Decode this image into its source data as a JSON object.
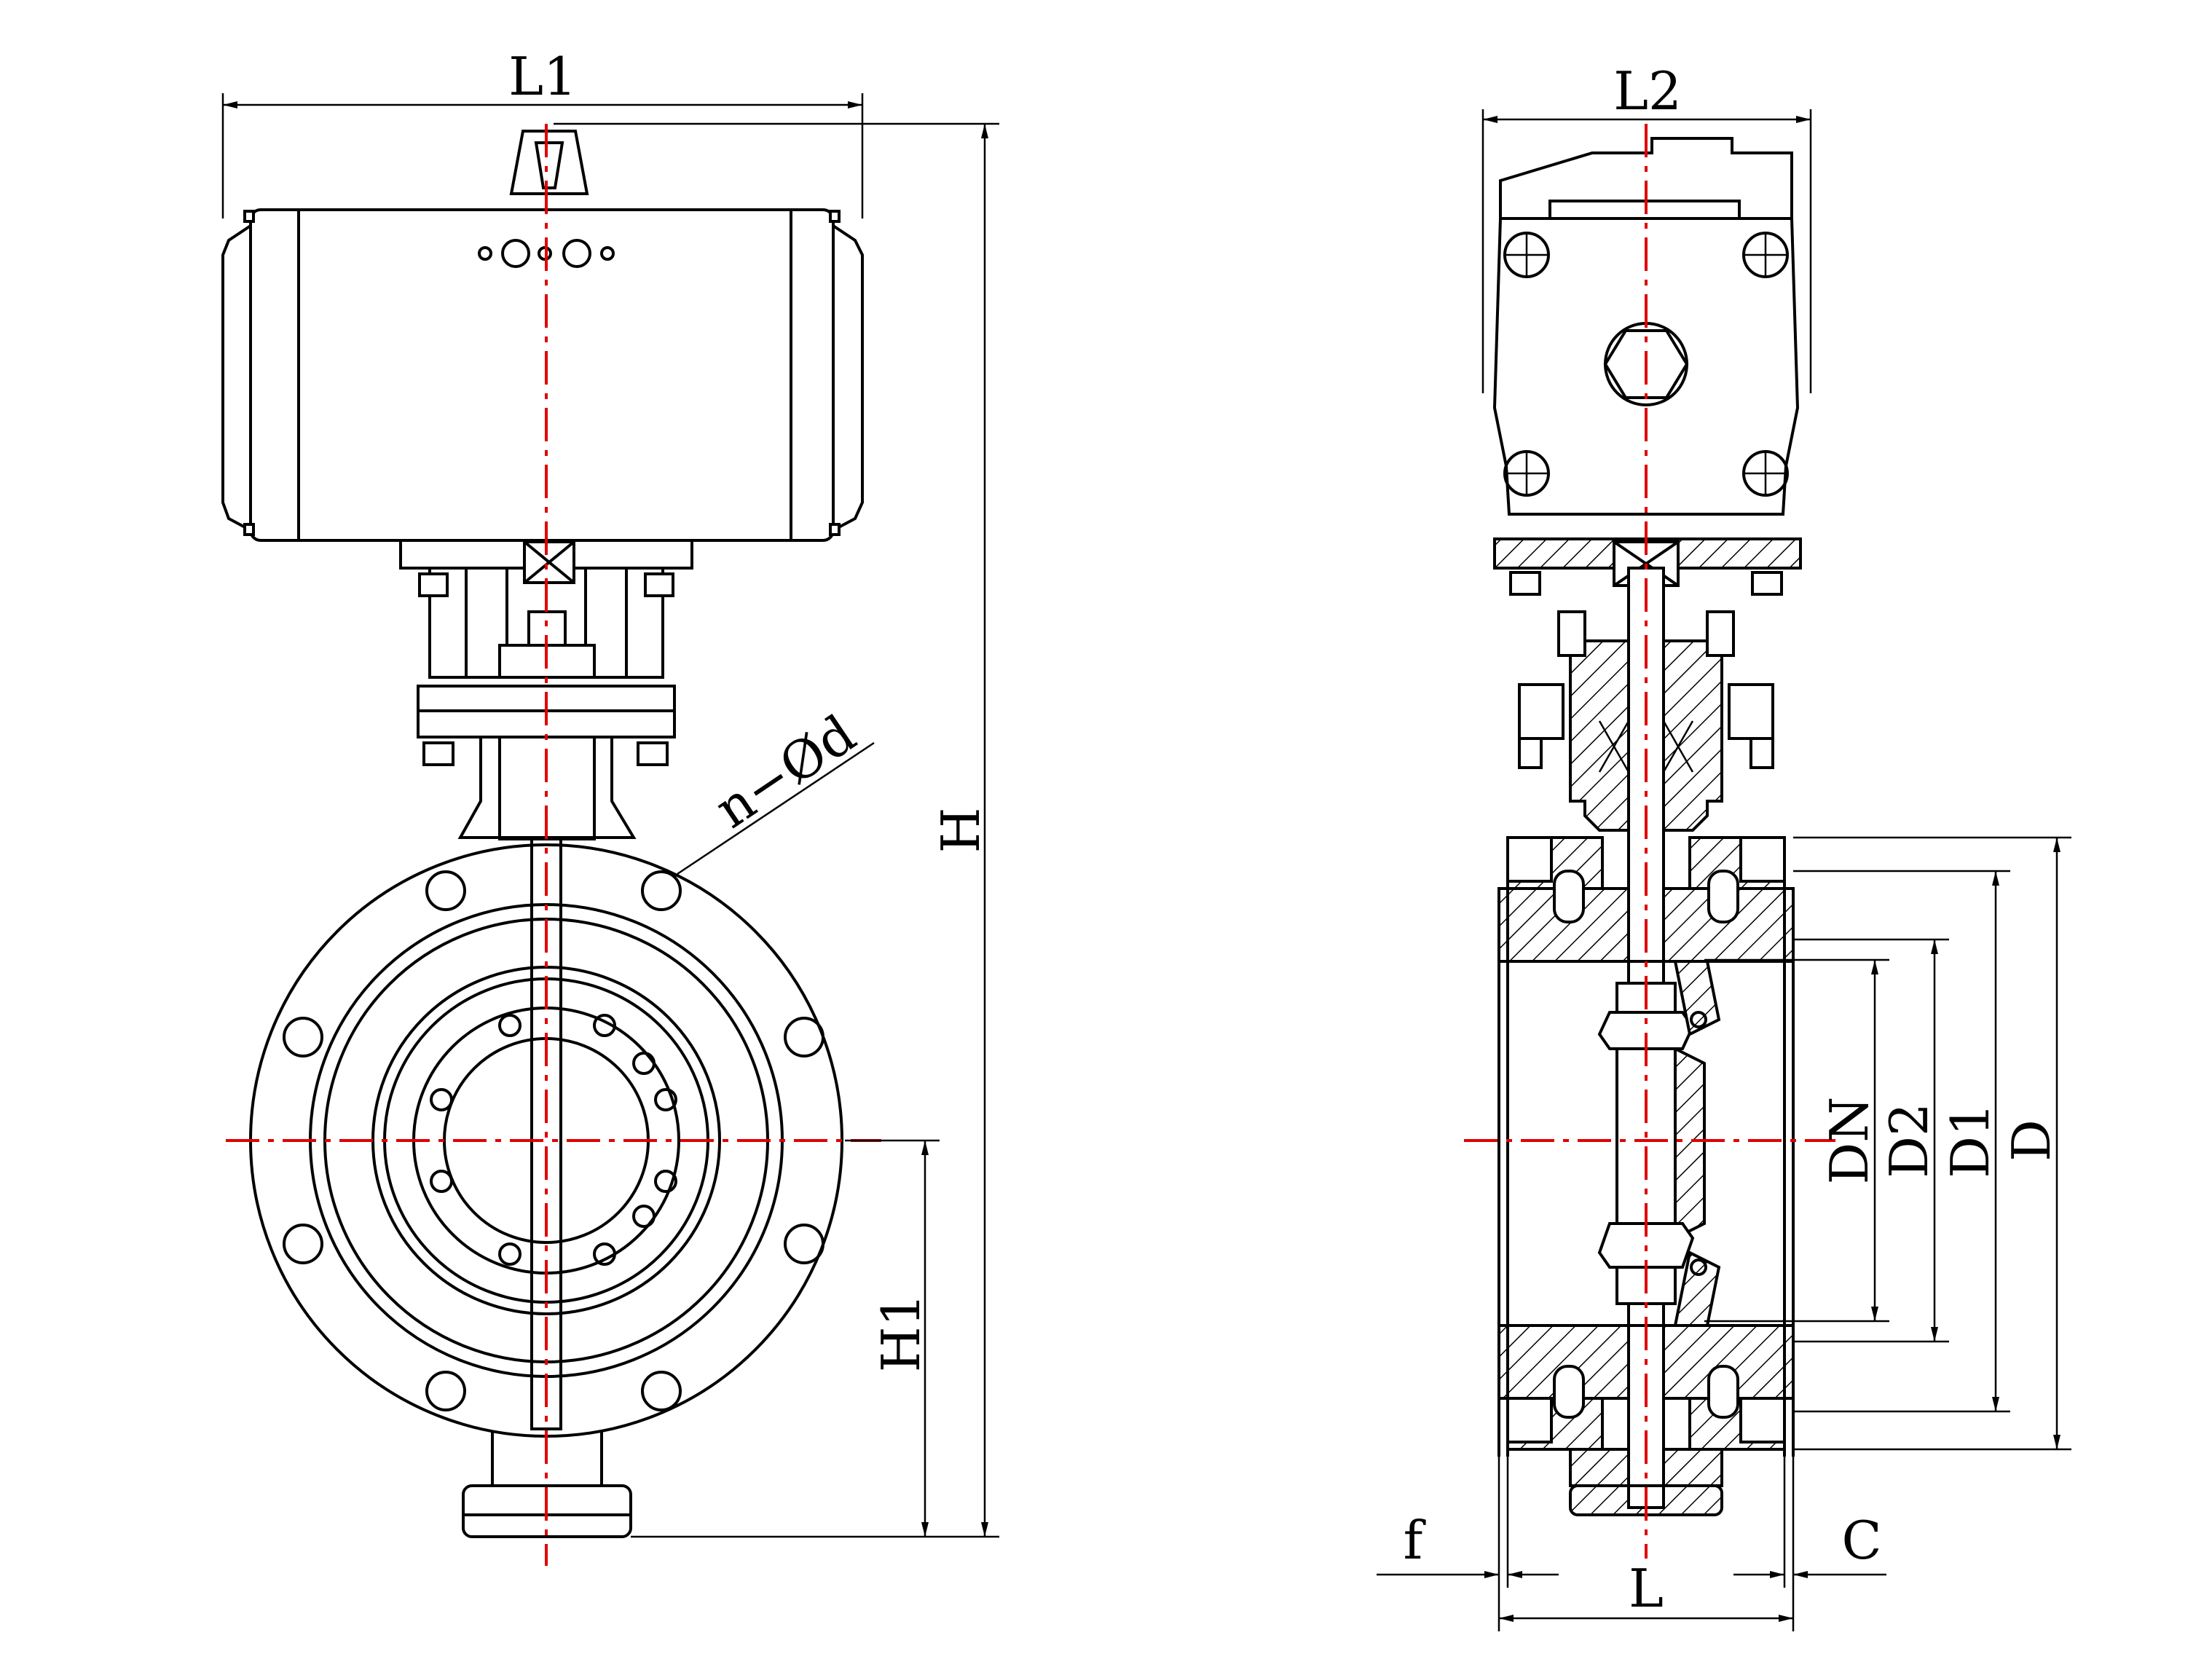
{
  "labels": {
    "L1": "L1",
    "L2": "L2",
    "H": "H",
    "H1": "H1",
    "n_phi_d": "n−Ød",
    "DN": "DN",
    "D2": "D2",
    "D1": "D1",
    "D": "D",
    "f": "f",
    "L": "L",
    "C": "C"
  },
  "colors": {
    "line": "#000000",
    "centerline": "#e00000",
    "background": "#ffffff"
  }
}
